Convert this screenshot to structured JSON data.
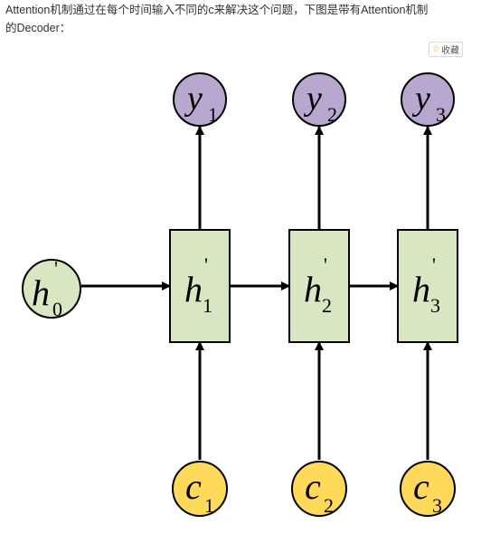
{
  "intro": {
    "text": "Attention机制通过在每个时间输入不同的c来解决这个问题，下图是带有Attention机制的Decoder："
  },
  "favorite_button": {
    "icon": "star-icon",
    "label": "收藏"
  },
  "diagram": {
    "initial_state": {
      "symbol": "h",
      "prime": "'",
      "sub": "0"
    },
    "hidden_states": [
      {
        "symbol": "h",
        "prime": "'",
        "sub": "1"
      },
      {
        "symbol": "h",
        "prime": "'",
        "sub": "2"
      },
      {
        "symbol": "h",
        "prime": "'",
        "sub": "3"
      }
    ],
    "outputs": [
      {
        "symbol": "y",
        "sub": "1"
      },
      {
        "symbol": "y",
        "sub": "2"
      },
      {
        "symbol": "y",
        "sub": "3"
      }
    ],
    "contexts": [
      {
        "symbol": "c",
        "sub": "1"
      },
      {
        "symbol": "c",
        "sub": "2"
      },
      {
        "symbol": "c",
        "sub": "3"
      }
    ],
    "colors": {
      "output_fill": "#b8a7cf",
      "hidden_fill": "#d8e6c2",
      "initial_fill": "#d8e6c2",
      "context_fill": "#ffd95a",
      "stroke": "#000000"
    }
  }
}
